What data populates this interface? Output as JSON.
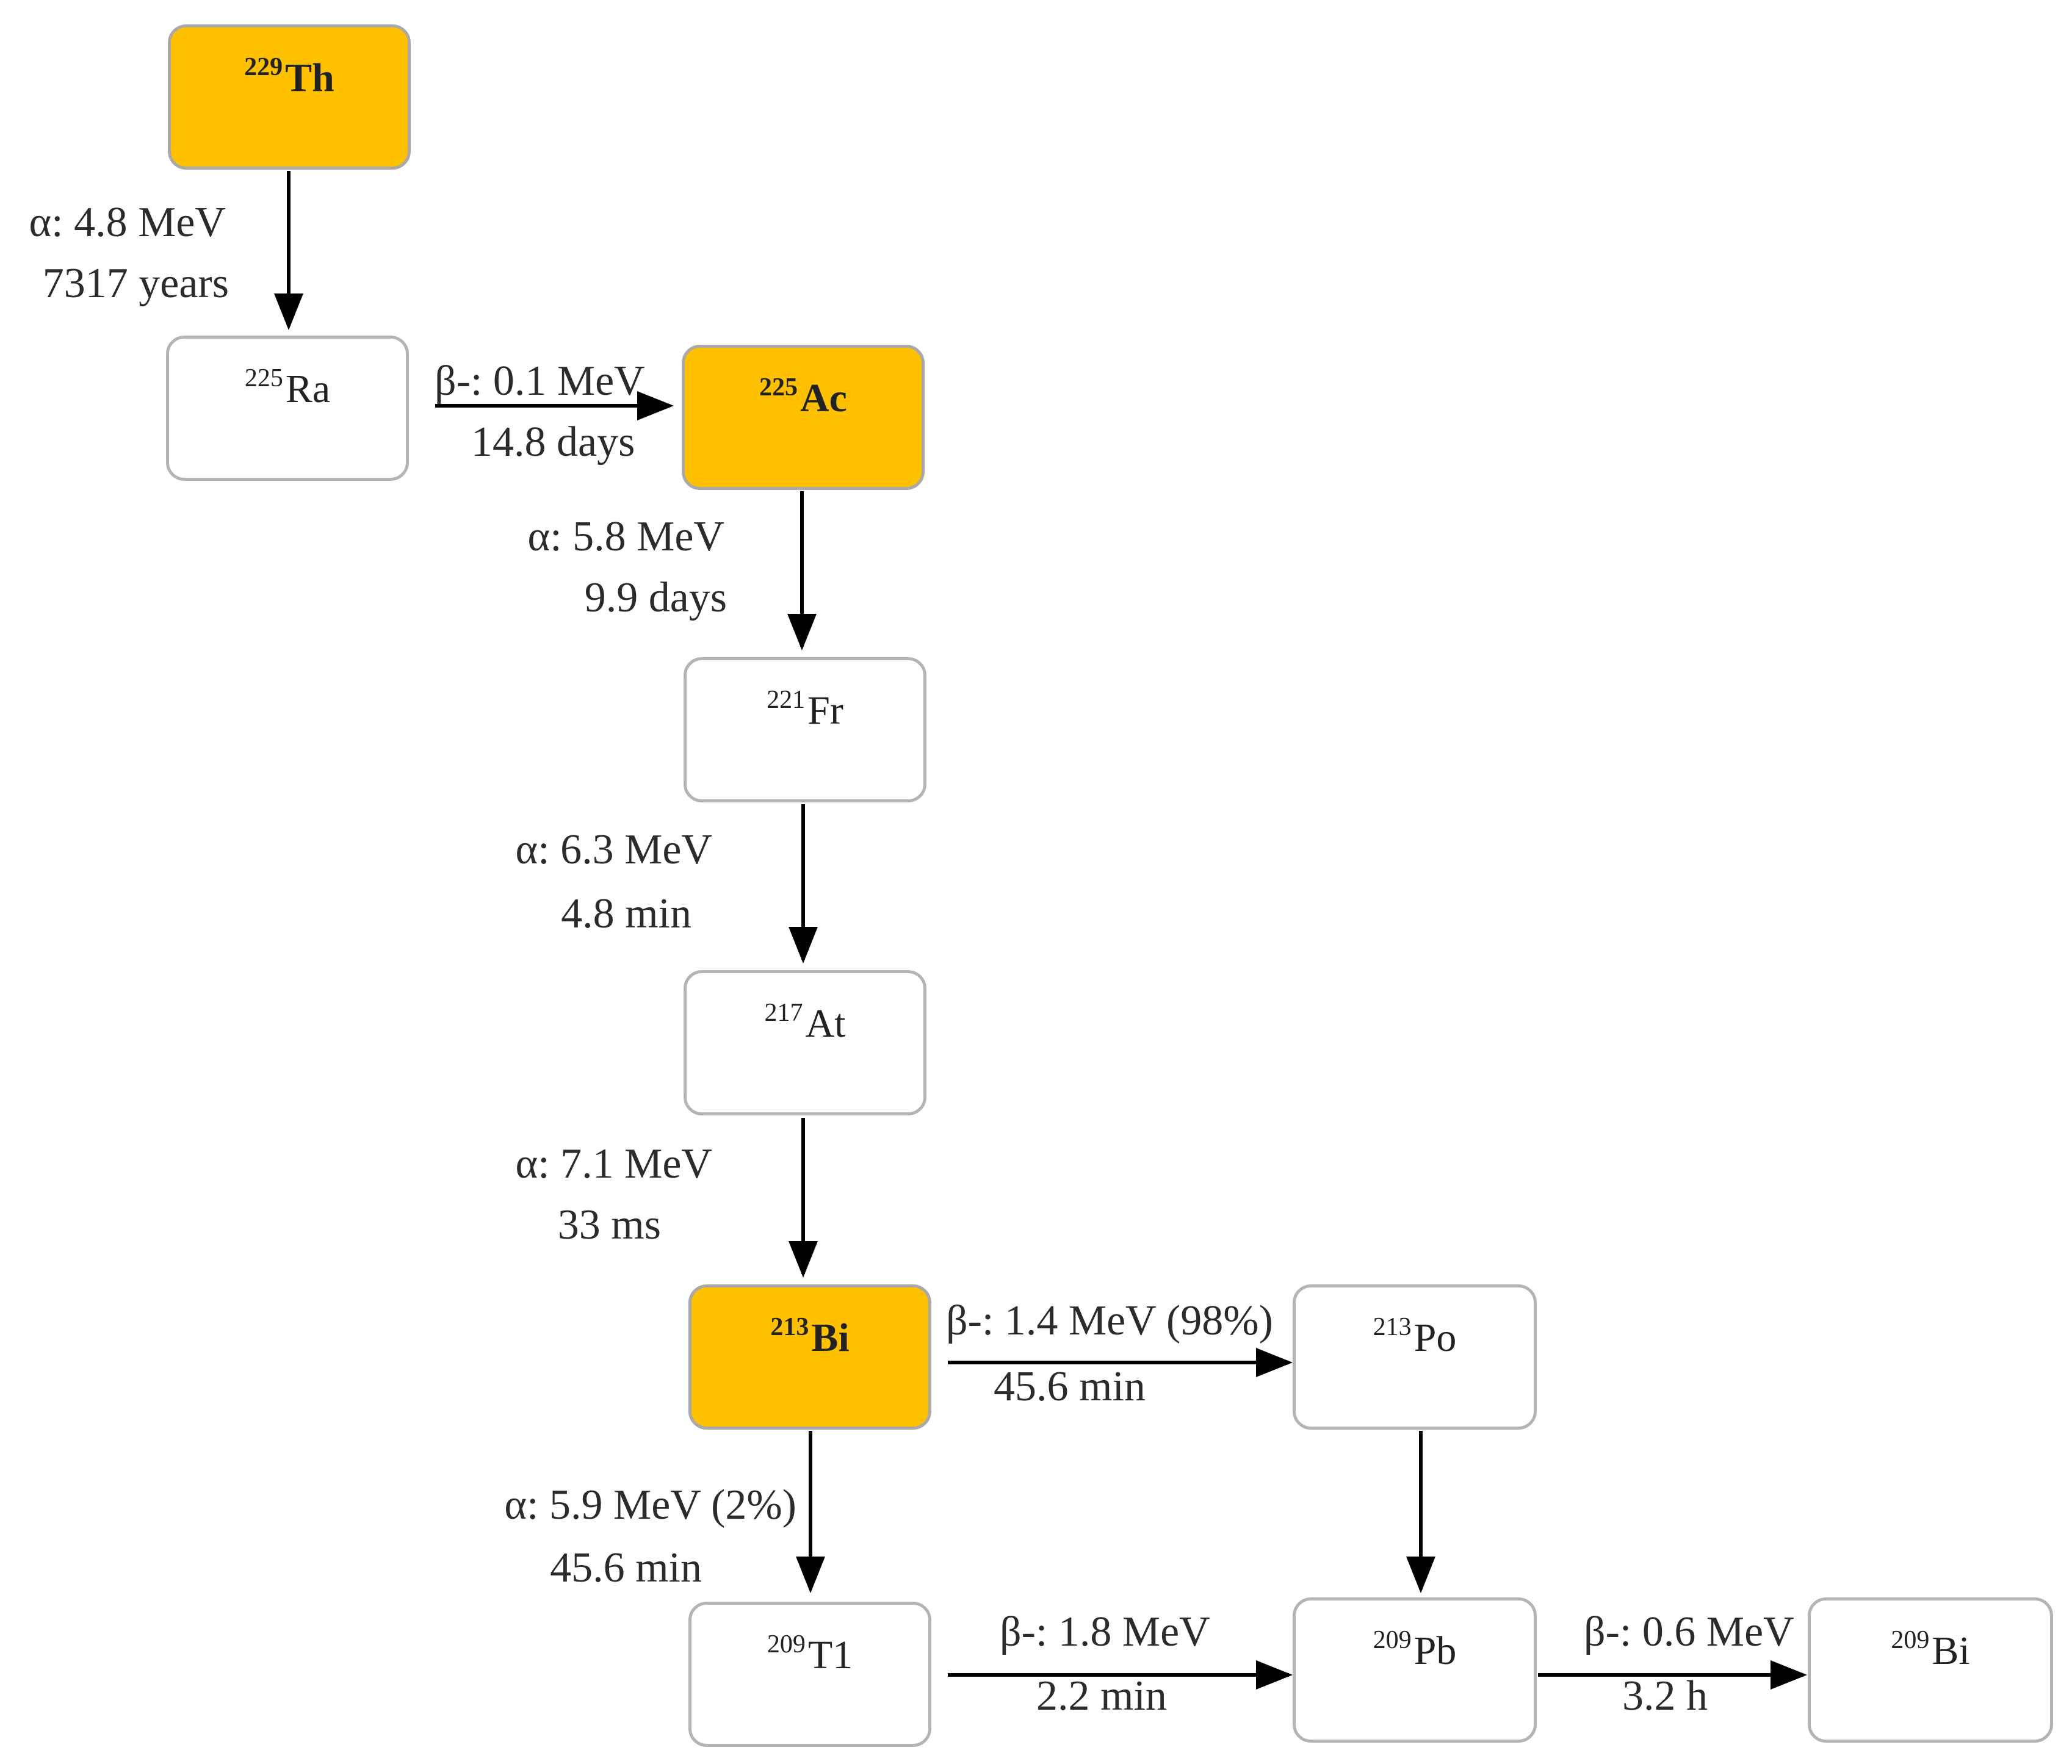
{
  "colors": {
    "highlight": "#ffc000",
    "box_border": "#b4b4b4",
    "arrow": "#000000"
  },
  "nodes": {
    "th229": {
      "mass": "229",
      "symbol": "Th"
    },
    "ra225": {
      "mass": "225",
      "symbol": "Ra"
    },
    "ac225": {
      "mass": "225",
      "symbol": "Ac"
    },
    "fr221": {
      "mass": "221",
      "symbol": "Fr"
    },
    "at217": {
      "mass": "217",
      "symbol": "At"
    },
    "bi213": {
      "mass": "213",
      "symbol": "Bi"
    },
    "po213": {
      "mass": "213",
      "symbol": "Po"
    },
    "tl209": {
      "mass": "209",
      "symbol": "T1"
    },
    "pb209": {
      "mass": "209",
      "symbol": "Pb"
    },
    "bi209": {
      "mass": "209",
      "symbol": "Bi"
    }
  },
  "decays": {
    "th_ra": {
      "energy": "α: 4.8 MeV",
      "half_life": "7317 years"
    },
    "ra_ac": {
      "energy": "β-: 0.1 MeV",
      "half_life": "14.8 days"
    },
    "ac_fr": {
      "energy": "α: 5.8 MeV",
      "half_life": "9.9 days"
    },
    "fr_at": {
      "energy": "α: 6.3 MeV",
      "half_life": "4.8 min"
    },
    "at_bi": {
      "energy": "α: 7.1 MeV",
      "half_life": "33 ms"
    },
    "bi_po": {
      "energy": "β-: 1.4 MeV (98%)",
      "half_life": "45.6 min"
    },
    "bi_tl": {
      "energy": "α: 5.9 MeV (2%)",
      "half_life": "45.6 min"
    },
    "tl_pb": {
      "energy": "β-: 1.8 MeV",
      "half_life": "2.2 min"
    },
    "pb_bi": {
      "energy": "β-: 0.6 MeV",
      "half_life": "3.2 h"
    }
  }
}
